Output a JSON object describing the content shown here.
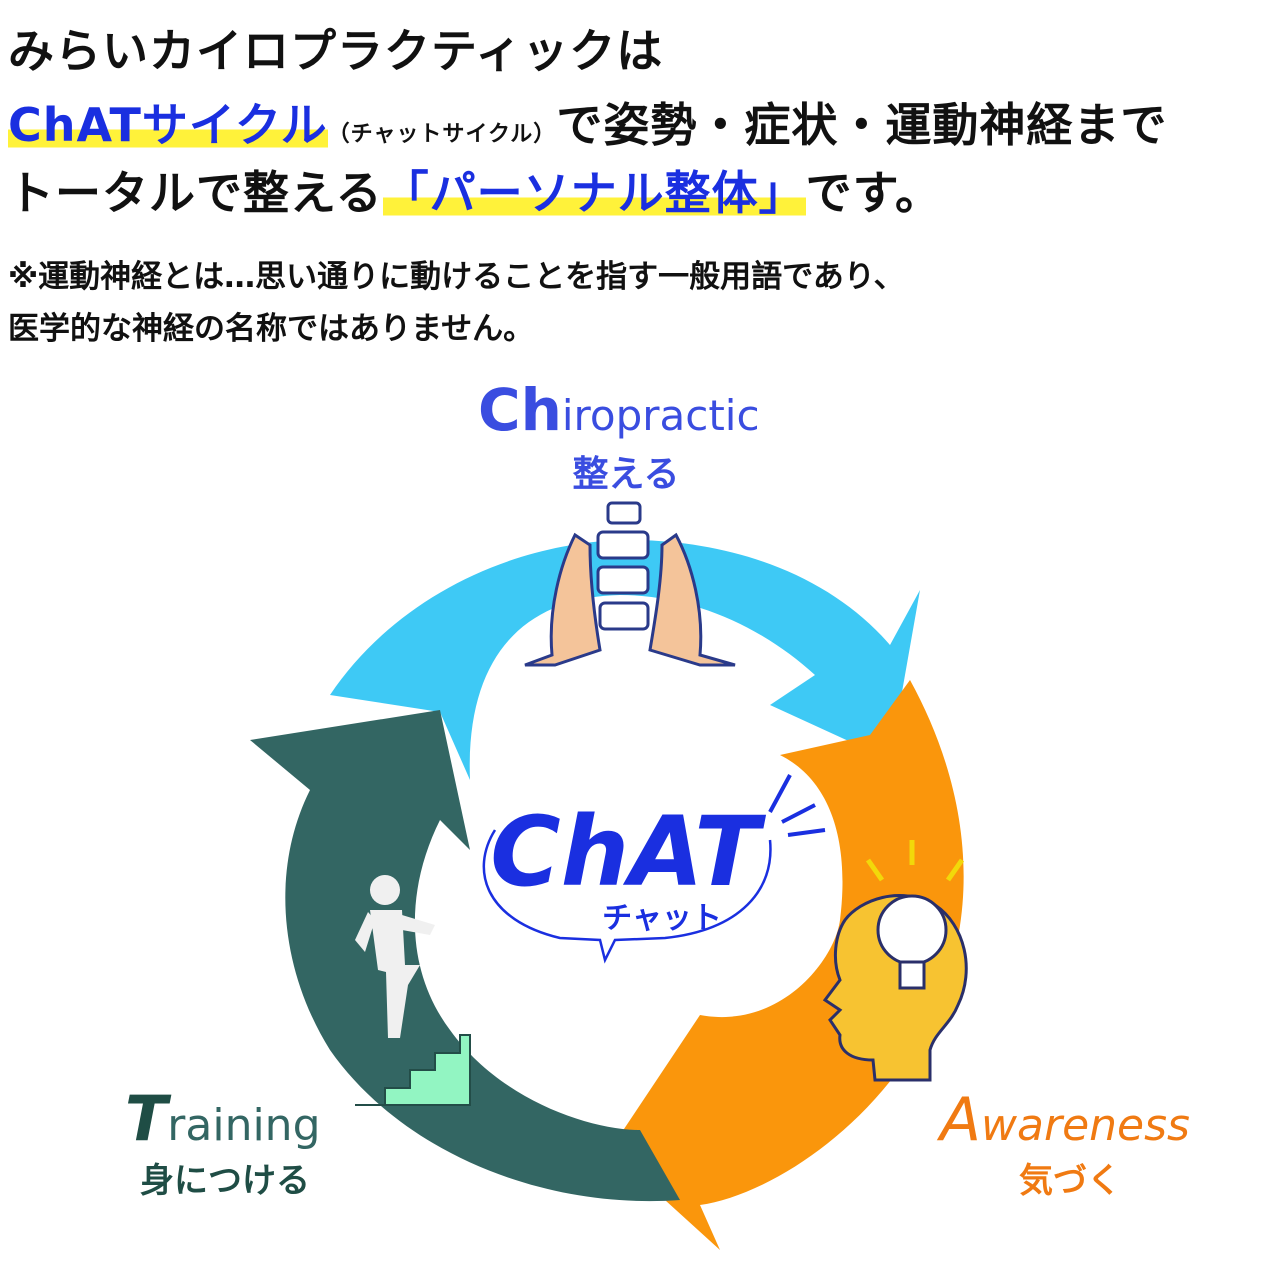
{
  "header": {
    "line1": "みらいカイロプラクティックは",
    "line2_brand": "ChATサイクル",
    "line2_paren": "（チャットサイクル）",
    "line2_rest": "で姿勢・症状・運動神経まで",
    "line3_pre": "トータルで整える",
    "line3_highlight": "「パーソナル整体」",
    "line3_post": "です。"
  },
  "note": {
    "line1": "※運動神経とは…思い通りに動けることを指す一般用語であり、",
    "line2": "医学的な神経の名称ではありません。"
  },
  "cycle": {
    "center_title": "ChAT",
    "center_sub": "チャット",
    "chiropractic": {
      "initial": "Ch",
      "rest": "iropractic",
      "jp": "整える",
      "color": "#3a4de0",
      "arc_color": "#3ec9f5"
    },
    "awareness": {
      "initial": "A",
      "rest": "wareness",
      "jp": "気づく",
      "color": "#f07a12",
      "arc_color": "#fa960c"
    },
    "training": {
      "initial": "T",
      "rest": "raining",
      "jp": "身につける",
      "color": "#1f4d45",
      "arc_color": "#336663"
    },
    "icons": [
      "spine-hands-icon",
      "head-lightbulb-icon",
      "person-stairs-icon"
    ]
  }
}
